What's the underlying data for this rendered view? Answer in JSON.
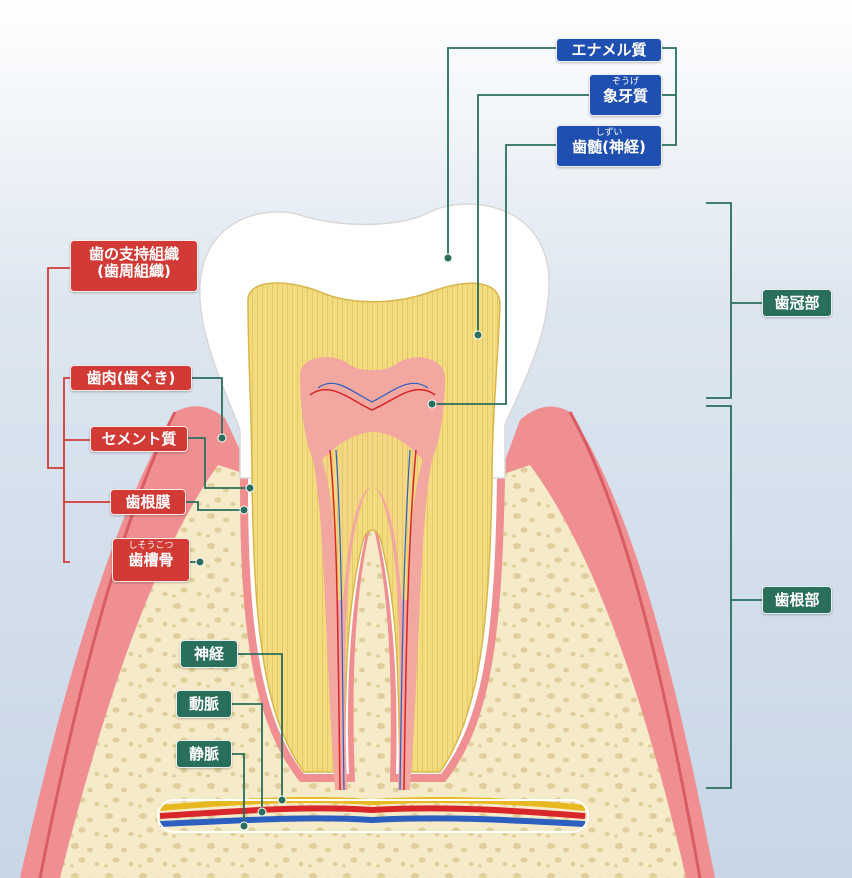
{
  "labels": {
    "enamel": {
      "text": "エナメル質",
      "ruby": ""
    },
    "dentin": {
      "text": "象牙質",
      "ruby": "ぞうげ"
    },
    "pulp": {
      "text": "歯髄(神経)",
      "ruby": "しずい"
    },
    "support": {
      "line1": "歯の支持組織",
      "line2": "(歯周組織)"
    },
    "gum": {
      "text": "歯肉(歯ぐき)"
    },
    "cementum": {
      "text": "セメント質"
    },
    "ligament": {
      "text": "歯根膜"
    },
    "bone": {
      "text": "歯槽骨",
      "ruby": "しそうこつ"
    },
    "nerve": {
      "text": "神経"
    },
    "artery": {
      "text": "動脈"
    },
    "vein": {
      "text": "静脈"
    },
    "crown": {
      "text": "歯冠部"
    },
    "root": {
      "text": "歯根部"
    }
  },
  "colors": {
    "blue_label": "#1f4fb0",
    "red_label": "#d23b35",
    "green_label": "#2a6e5c",
    "enamel": "#ffffff",
    "dentin": "#f3dc80",
    "pulp": "#f2a7a0",
    "gum": "#f08f92",
    "bone": "#f6ebc8",
    "artery": "#d8262a",
    "vein": "#2c5fbf",
    "nerve": "#e8b820"
  }
}
